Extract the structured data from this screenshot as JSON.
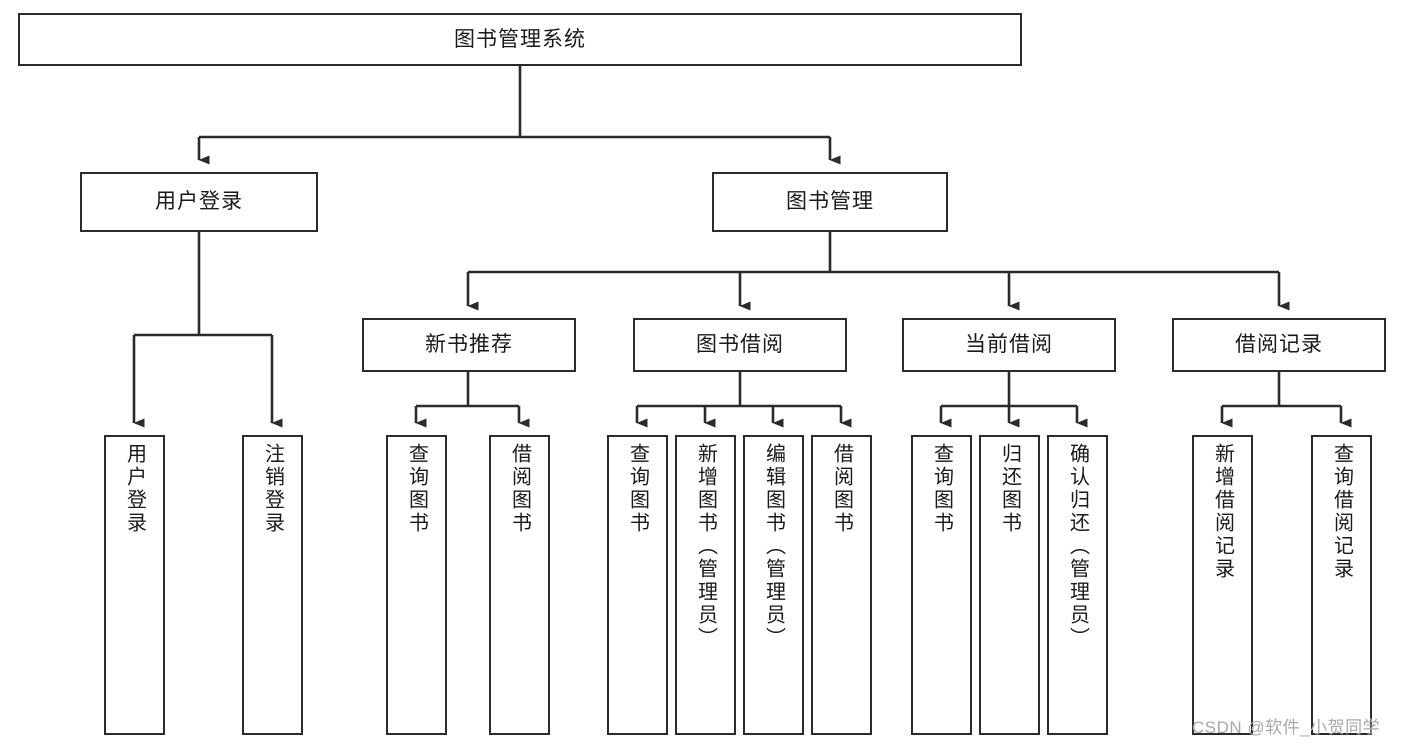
{
  "diagram": {
    "title": "图书管理系统",
    "type": "hierarchy-tree",
    "root": {
      "id": "root",
      "label": "图书管理系统"
    },
    "level2": [
      {
        "id": "user-login",
        "label": "用户登录"
      },
      {
        "id": "book-manage",
        "label": "图书管理"
      }
    ],
    "level3": [
      {
        "id": "new-book-recommend",
        "label": "新书推荐",
        "parent": "book-manage"
      },
      {
        "id": "book-borrow",
        "label": "图书借阅",
        "parent": "book-manage"
      },
      {
        "id": "current-borrow",
        "label": "当前借阅",
        "parent": "book-manage"
      },
      {
        "id": "borrow-record",
        "label": "借阅记录",
        "parent": "book-manage"
      }
    ],
    "leaves": [
      {
        "id": "leaf-user-login",
        "label": "用户登录",
        "parent": "user-login"
      },
      {
        "id": "leaf-user-logout",
        "label": "注销登录",
        "parent": "user-login"
      },
      {
        "id": "leaf-query-book-1",
        "label": "查询图书",
        "parent": "new-book-recommend"
      },
      {
        "id": "leaf-borrow-book-1",
        "label": "借阅图书",
        "parent": "new-book-recommend"
      },
      {
        "id": "leaf-query-book-2",
        "label": "查询图书",
        "parent": "book-borrow"
      },
      {
        "id": "leaf-add-book",
        "label": "新增图书（管理员）",
        "parent": "book-borrow"
      },
      {
        "id": "leaf-edit-book",
        "label": "编辑图书（管理员）",
        "parent": "book-borrow"
      },
      {
        "id": "leaf-borrow-book-2",
        "label": "借阅图书",
        "parent": "book-borrow"
      },
      {
        "id": "leaf-query-book-3",
        "label": "查询图书",
        "parent": "current-borrow"
      },
      {
        "id": "leaf-return-book",
        "label": "归还图书",
        "parent": "current-borrow"
      },
      {
        "id": "leaf-confirm-return",
        "label": "确认归还（管理员）",
        "parent": "current-borrow"
      },
      {
        "id": "leaf-add-record",
        "label": "新增借阅记录",
        "parent": "borrow-record"
      },
      {
        "id": "leaf-query-record",
        "label": "查询借阅记录",
        "parent": "borrow-record"
      }
    ],
    "colors": {
      "stroke": "#2b2b2b",
      "fill": "#ffffff",
      "text": "#1a1a1a",
      "watermark": "#a8a8a8"
    }
  },
  "watermark": {
    "text": "CSDN @软件_小贺同学"
  }
}
